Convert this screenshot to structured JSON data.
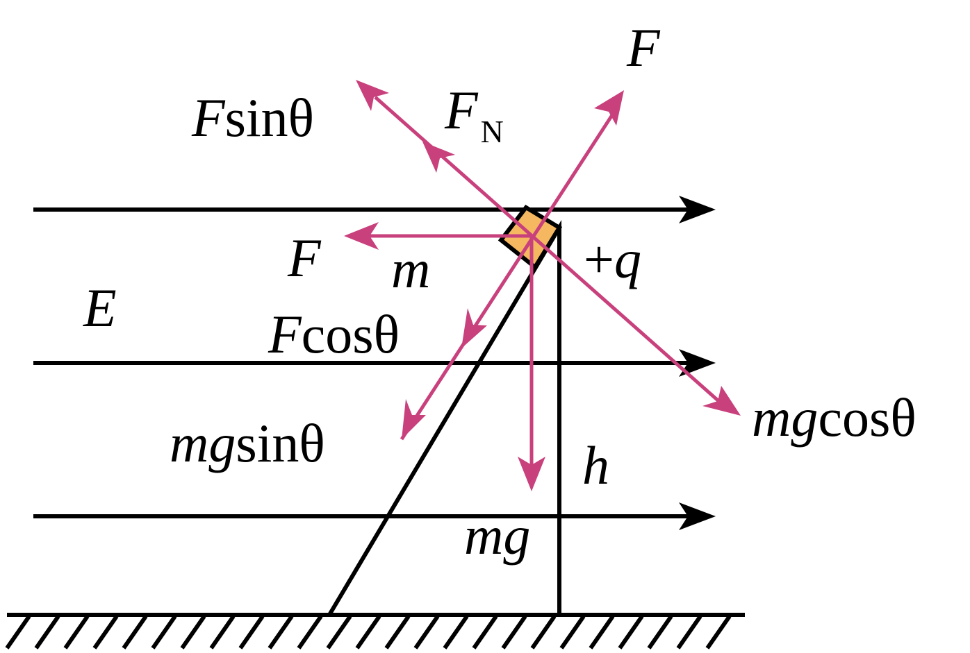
{
  "colors": {
    "force": "#c8407c",
    "line": "#000000",
    "block": "#f5b860"
  },
  "labels": {
    "f": "F",
    "fsin_italic": "F",
    "fsin_text": "sinθ",
    "fn_main": "F",
    "fn_sub": "N",
    "m": "m",
    "q": "+q",
    "e": "E",
    "fcos_italic": "F",
    "fcos_text": "cosθ",
    "mgcos_italic": "mg",
    "mgcos_text": "cosθ",
    "mgsin_italic": "mg",
    "mgsin_text": "sinθ",
    "h": "h",
    "mg": "mg"
  }
}
